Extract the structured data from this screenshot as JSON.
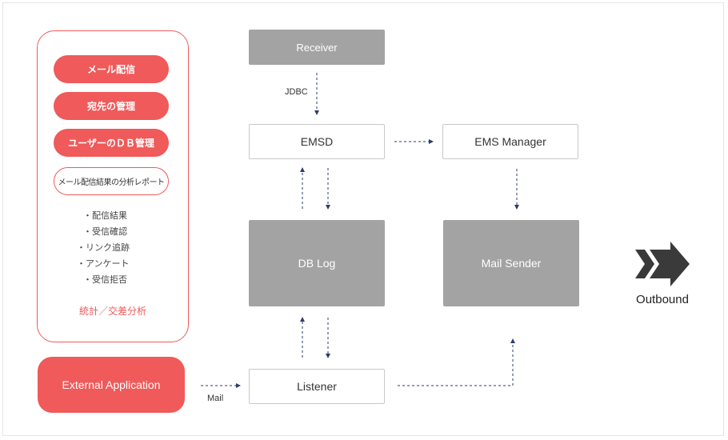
{
  "left_panel": {
    "buttons": [
      "メール配信",
      "宛先の管理",
      "ユーザーのＤＢ管理"
    ],
    "report_label": "メール配信結果の分析レポート",
    "bullets": [
      "配信結果",
      "受信確認",
      "リンク追跡",
      "アンケート",
      "受信拒否"
    ],
    "stats_label": "統計／交差分析"
  },
  "nodes": {
    "external_app": "External Application",
    "receiver": "Receiver",
    "emsd": "EMSD",
    "ems_manager": "EMS Manager",
    "db_log": "DB Log",
    "mail_sender": "Mail Sender",
    "listener": "Listener"
  },
  "edges": {
    "jdbc": "JDBC",
    "mail": "Mail"
  },
  "outbound": "Outbound",
  "colors": {
    "accent": "#f05a5a",
    "gray_box": "#a3a3a3",
    "arrow": "#2e3b6b"
  }
}
